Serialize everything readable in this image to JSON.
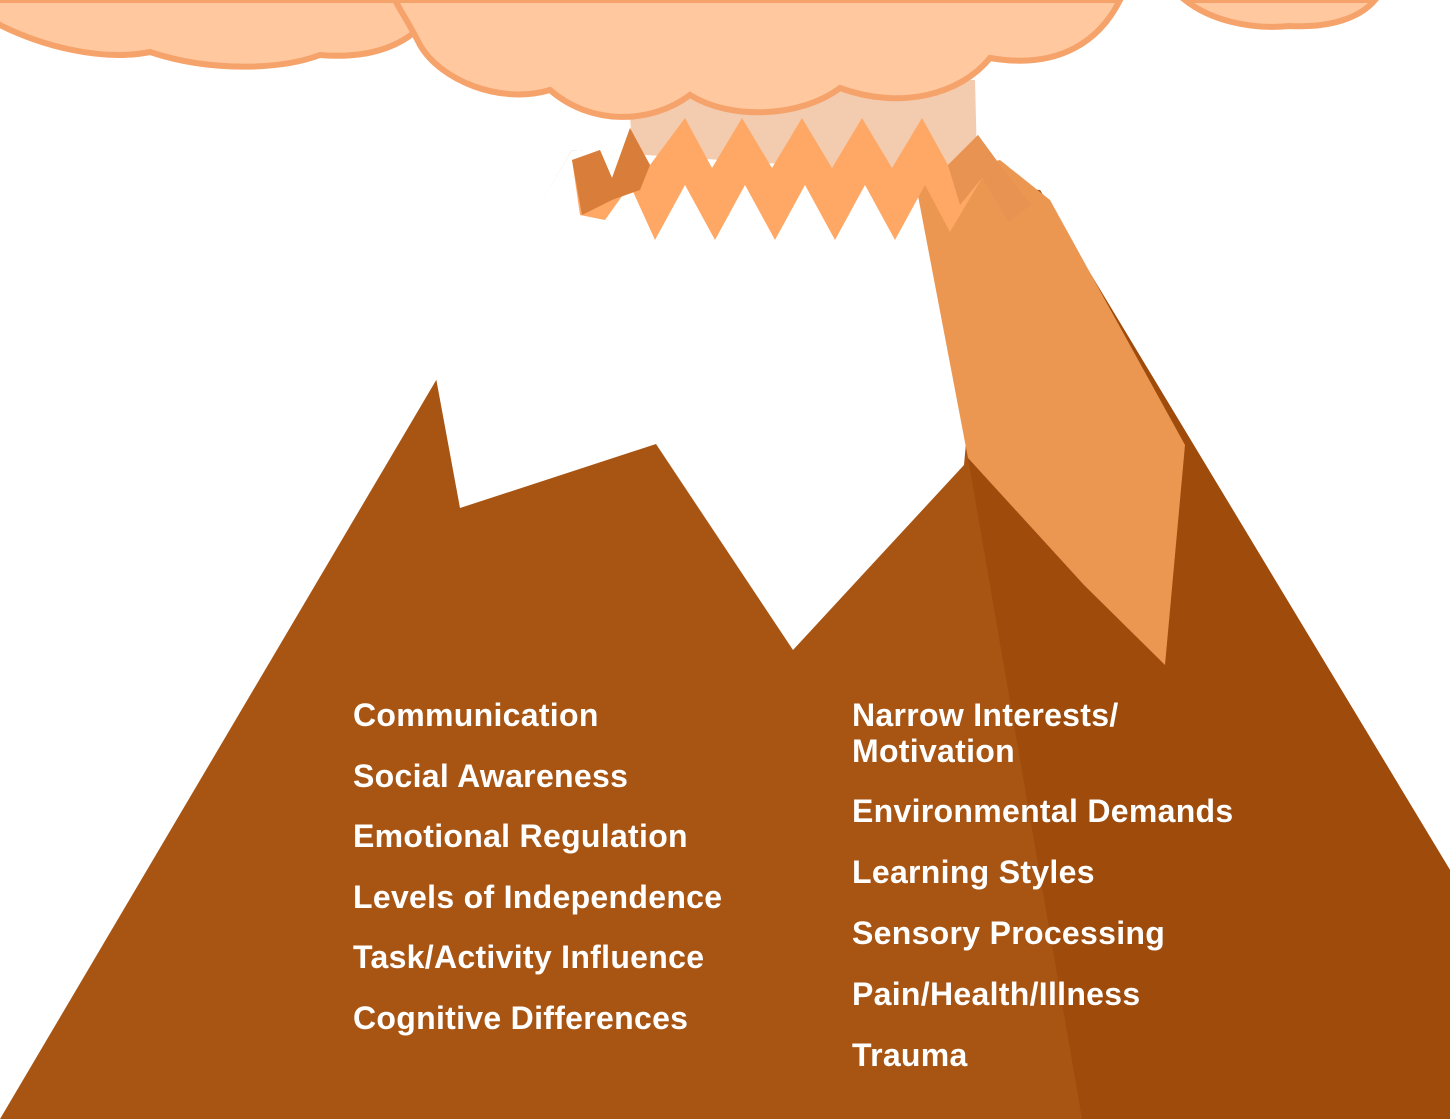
{
  "colors": {
    "mountain": "#A85514",
    "mountain_shadow": "#9E4B0C",
    "snow": "#FFFFFF",
    "lava_peak": "#FFA865",
    "lava_flow": "#EB9651",
    "lava_dark": "#D97E3A",
    "smoke_light": "#F3CBAE",
    "cloud": "#FFC89E",
    "cloud_outline": "#F5A36B",
    "text": "#FFFFFF"
  },
  "left_factors": [
    "Communication",
    "Social Awareness",
    "Emotional Regulation",
    "Levels of Independence",
    "Task/Activity Influence",
    "Cognitive Differences"
  ],
  "right_factors": [
    "Narrow Interests/ Motivation",
    "Environmental Demands",
    "Learning Styles",
    "Sensory Processing",
    "Pain/Health/Illness",
    "Trauma"
  ]
}
